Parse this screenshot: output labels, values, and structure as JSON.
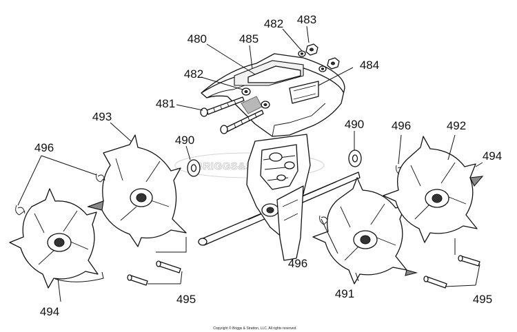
{
  "callouts": {
    "c480": "480",
    "c481": "481",
    "c482a": "482",
    "c482b": "482",
    "c483": "483",
    "c484": "484",
    "c485": "485",
    "c490a": "490",
    "c490b": "490",
    "c491": "491",
    "c492": "492",
    "c493": "493",
    "c494a": "494",
    "c494b": "494",
    "c495a": "495",
    "c495b": "495",
    "c496a": "496",
    "c496b": "496",
    "c496c": "496"
  },
  "watermark": "BRIGGS&STRATTON",
  "copyright": "Copyright © Briggs & Stratton, LLC. All rights reserved."
}
